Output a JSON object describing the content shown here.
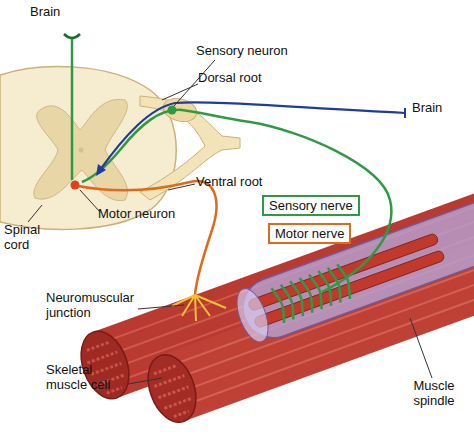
{
  "diagram": {
    "nodes": [
      {
        "text": [
          "Sensory nerve"
        ]
      },
      {
        "text": [
          "Motor nerve"
        ]
      }
    ],
    "labels": [
      "Brain",
      "Sensory neuron",
      "Dorsal root",
      "Brain",
      "Ventral root",
      "Spinal cord",
      "Motor neuron",
      "Neuromuscular junction",
      "Skeletal muscle cell",
      "Muscle spindle"
    ]
  }
}
